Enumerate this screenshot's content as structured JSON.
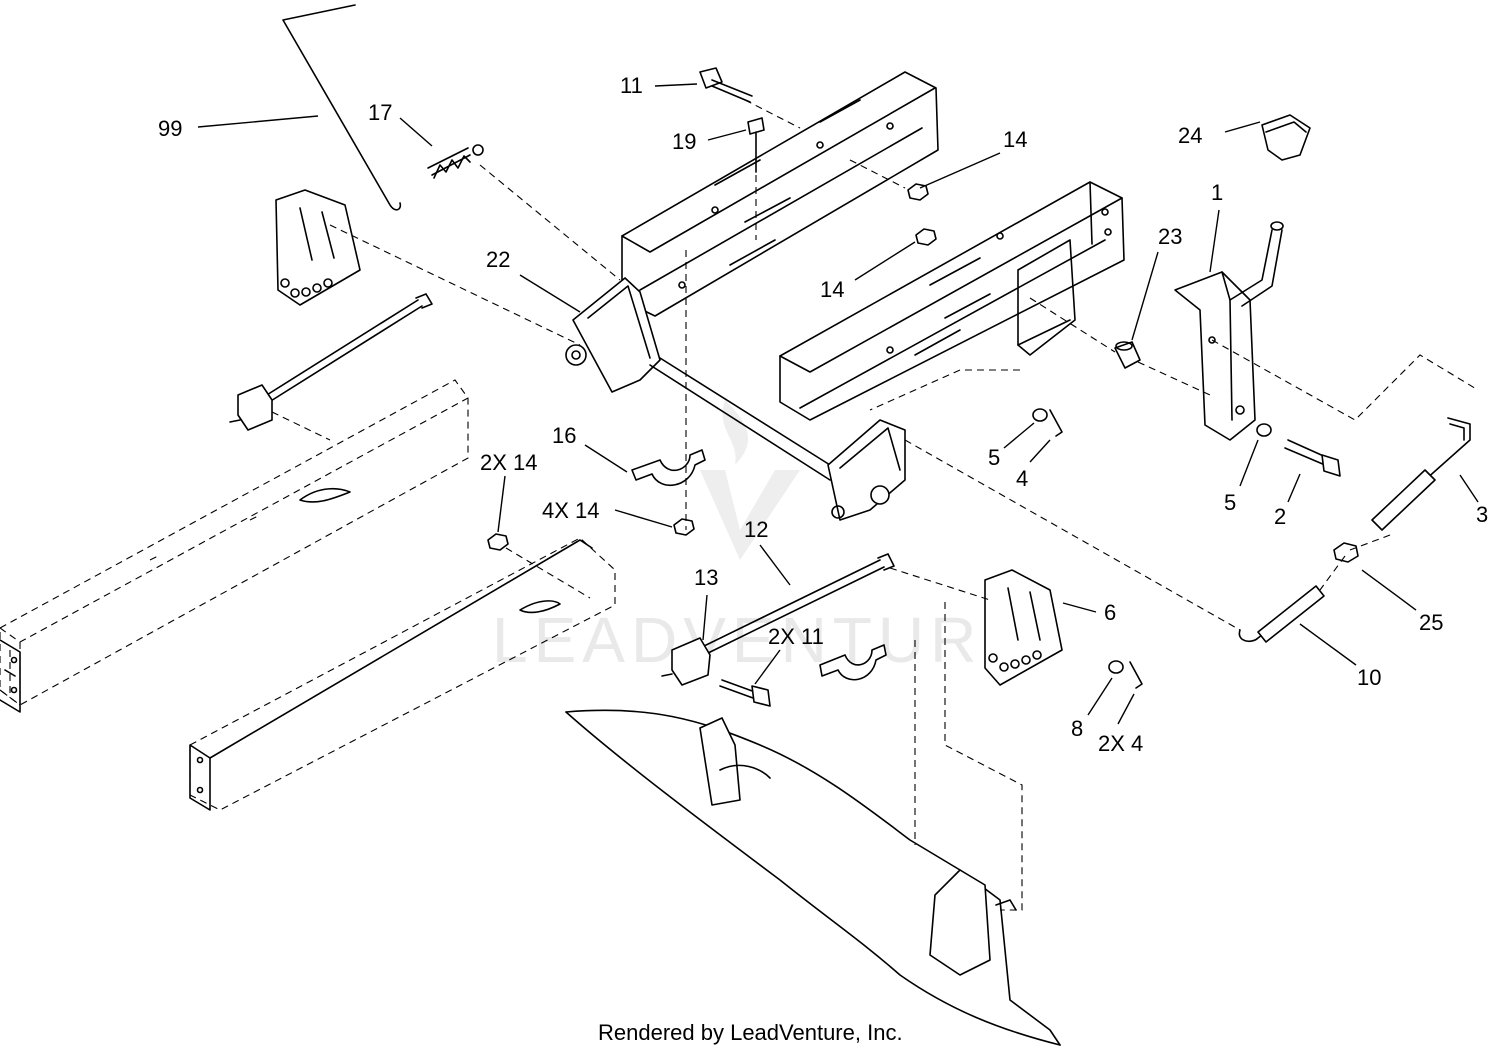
{
  "callouts": [
    {
      "id": "c99",
      "text": "99"
    },
    {
      "id": "c17",
      "text": "17"
    },
    {
      "id": "c11",
      "text": "11"
    },
    {
      "id": "c19",
      "text": "19"
    },
    {
      "id": "c14a",
      "text": "14"
    },
    {
      "id": "c24",
      "text": "24"
    },
    {
      "id": "c1",
      "text": "1"
    },
    {
      "id": "c23",
      "text": "23"
    },
    {
      "id": "c14b",
      "text": "14"
    },
    {
      "id": "c22",
      "text": "22"
    },
    {
      "id": "c16",
      "text": "16"
    },
    {
      "id": "c2x14",
      "text": "2X 14"
    },
    {
      "id": "c4x14",
      "text": "4X 14"
    },
    {
      "id": "c12",
      "text": "12"
    },
    {
      "id": "c5a",
      "text": "5"
    },
    {
      "id": "c4a",
      "text": "4"
    },
    {
      "id": "c5b",
      "text": "5"
    },
    {
      "id": "c2",
      "text": "2"
    },
    {
      "id": "c3",
      "text": "3"
    },
    {
      "id": "c13",
      "text": "13"
    },
    {
      "id": "c2x11",
      "text": "2X 11"
    },
    {
      "id": "c6",
      "text": "6"
    },
    {
      "id": "c25",
      "text": "25"
    },
    {
      "id": "c10",
      "text": "10"
    },
    {
      "id": "c8",
      "text": "8"
    },
    {
      "id": "c2x4",
      "text": "2X 4"
    }
  ],
  "watermark": "LEADVENTURE",
  "footer": "Rendered by LeadVenture, Inc."
}
